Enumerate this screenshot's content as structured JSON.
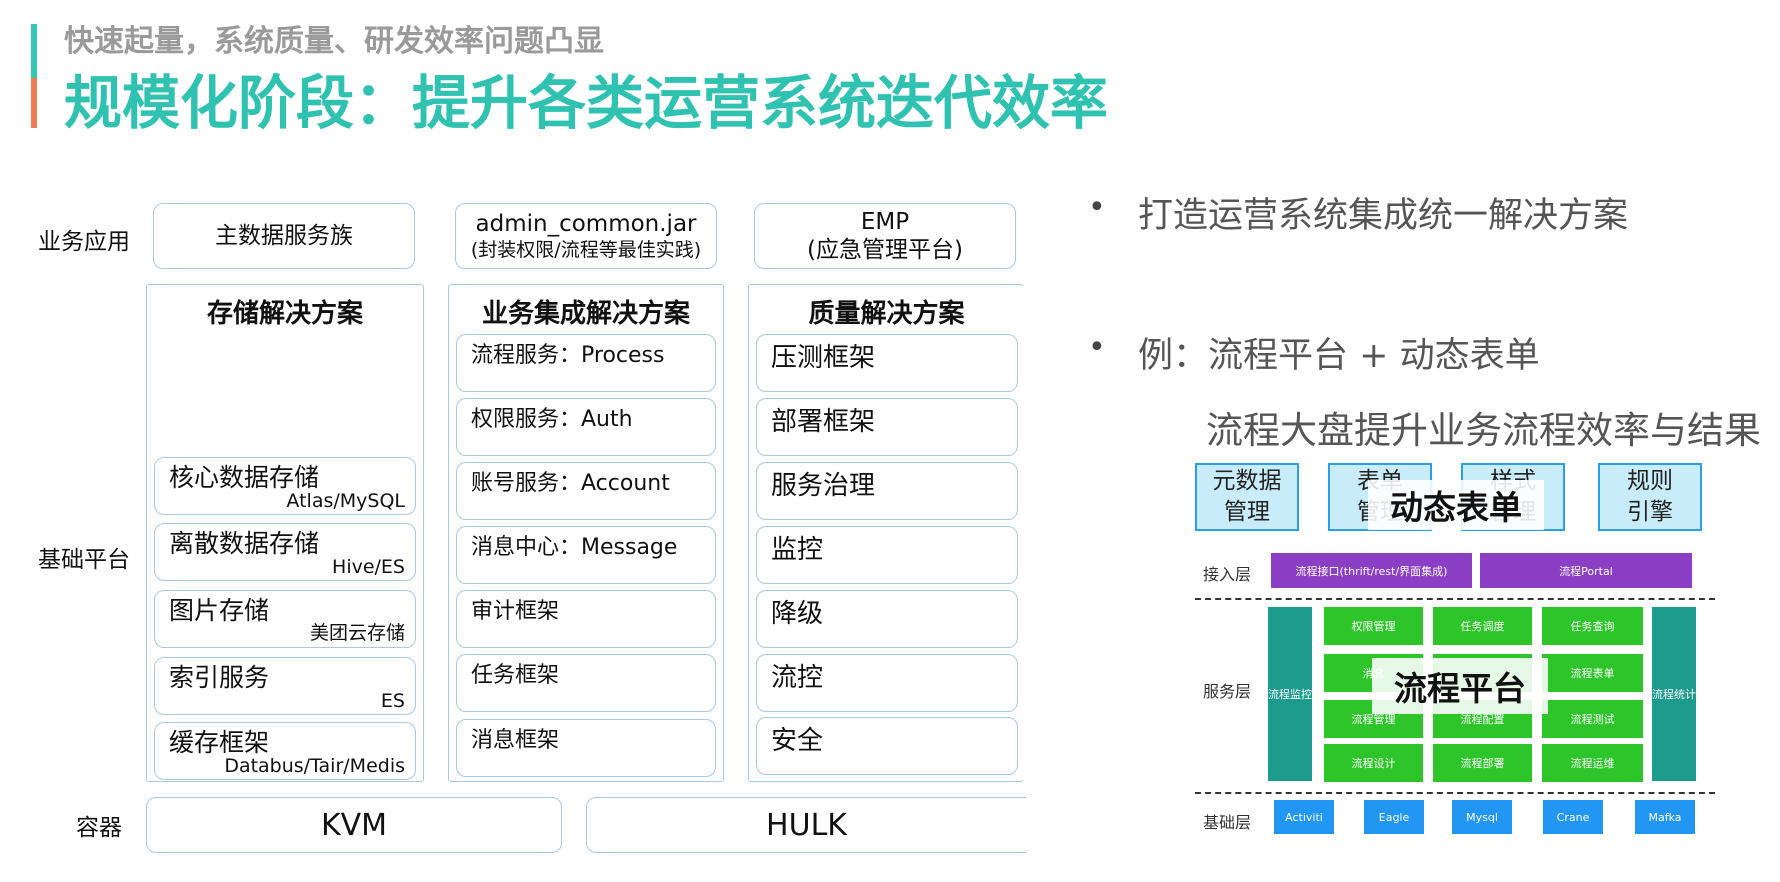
{
  "header": {
    "subtitle": "快速起量，系统质量、研发效率问题凸显",
    "title": "规模化阶段：提升各类运营系统迭代效率"
  },
  "architecture": {
    "row_labels": {
      "business_app": "业务应用",
      "base_platform": "基础平台",
      "container": "容器"
    },
    "business_apps": [
      {
        "line1": "主数据服务族",
        "line2": ""
      },
      {
        "line1": "admin_common.jar",
        "line2": "(封装权限/流程等最佳实践)"
      },
      {
        "line1": "EMP",
        "line2": "(应急管理平台)"
      }
    ],
    "storage": {
      "title": "存储解决方案",
      "items": [
        {
          "name": "核心数据存储",
          "tech": "Atlas/MySQL"
        },
        {
          "name": "离散数据存储",
          "tech": "Hive/ES"
        },
        {
          "name": "图片存储",
          "tech": "美团云存储"
        },
        {
          "name": "索引服务",
          "tech": "ES"
        },
        {
          "name": "缓存框架",
          "tech": "Databus/Tair/Medis"
        }
      ]
    },
    "integration": {
      "title": "业务集成解决方案",
      "items": [
        "流程服务：Process",
        "权限服务：Auth",
        "账号服务：Account",
        "消息中心：Message",
        "审计框架",
        "任务框架",
        "消息框架"
      ]
    },
    "quality": {
      "title": "质量解决方案",
      "items": [
        "压测框架",
        "部署框架",
        "服务治理",
        "监控",
        "降级",
        "流控",
        "安全"
      ]
    },
    "containers": [
      "KVM",
      "HULK"
    ]
  },
  "bullets": [
    {
      "dot": "•",
      "text": "打造运营系统集成统一解决方案"
    },
    {
      "dot": "•",
      "text": "例：流程平台 + 动态表单"
    }
  ],
  "sub_note": "流程大盘提升业务流程效率与结果",
  "flow_diagram": {
    "modules": [
      {
        "line1": "元数据",
        "line2": "管理"
      },
      {
        "line1": "表单",
        "line2": "管理"
      },
      {
        "line1": "样式",
        "line2": "管理"
      },
      {
        "line1": "规则",
        "line2": "引擎"
      }
    ],
    "overlay_form": "动态表单",
    "overlay_platform": "流程平台",
    "layers": {
      "access": "接入层",
      "service": "服务层",
      "base": "基础层"
    },
    "access_items": [
      "流程接口(thrift/rest/界面集成)",
      "流程Portal"
    ],
    "side_left": "流程监控",
    "side_right": "流程统计",
    "service_grid": [
      [
        "权限管理",
        "任务调度",
        "任务查询"
      ],
      [
        "消息",
        "",
        "流程表单"
      ],
      [
        "流程管理",
        "流程配置",
        "流程测试"
      ],
      [
        "流程设计",
        "流程部署",
        "流程运维"
      ]
    ],
    "base_items": [
      "Activiti",
      "Eagle",
      "Mysql",
      "Crane",
      "Mafka"
    ]
  },
  "colors": {
    "title": "#2fc2b0",
    "accent_top": "#34c6b4",
    "accent_bottom": "#f07b55",
    "box_border": "#a9c9e0",
    "purple": "#8a3fc4",
    "teal": "#1c9a8c",
    "green": "#2ec52a",
    "blue": "#2196f3"
  }
}
